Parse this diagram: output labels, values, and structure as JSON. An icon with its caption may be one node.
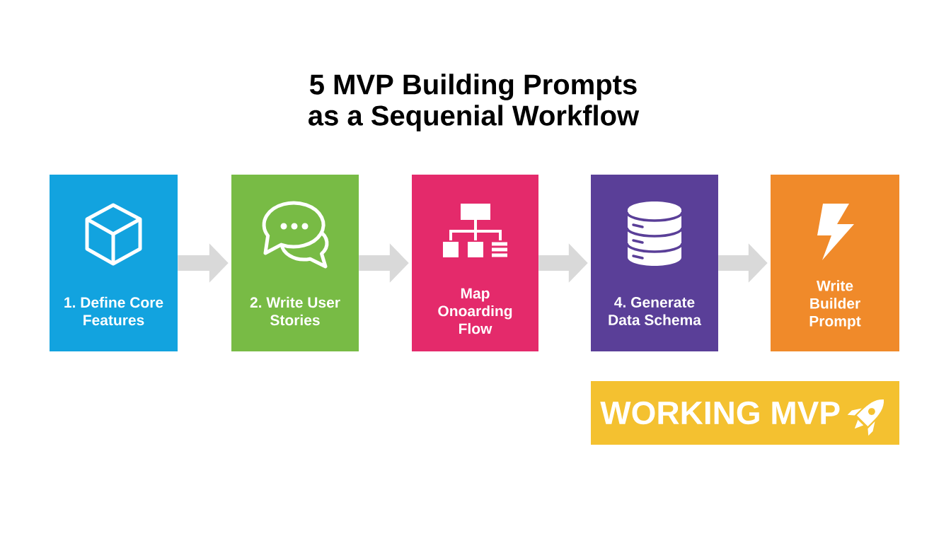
{
  "diagram": {
    "title": "5 MVP Building Prompts as a Sequenial Workflow",
    "nodes": [
      {
        "text": [
          "1. Define Core Features"
        ]
      },
      {
        "text": [
          "2. Write User Stories"
        ]
      },
      {
        "text": [
          "Map Onoarding Flow"
        ]
      },
      {
        "text": [
          "4. Generate Data Schema"
        ]
      },
      {
        "text": [
          "Write Builder Prompt"
        ]
      },
      {
        "text": [
          "WORKING MVP"
        ]
      }
    ],
    "edges": [
      {
        "from": 0,
        "to": 1,
        "arrow": "to"
      },
      {
        "from": 1,
        "to": 2,
        "arrow": "to"
      },
      {
        "from": 2,
        "to": 3,
        "arrow": "to"
      },
      {
        "from": 3,
        "to": 4,
        "arrow": "to"
      }
    ]
  }
}
